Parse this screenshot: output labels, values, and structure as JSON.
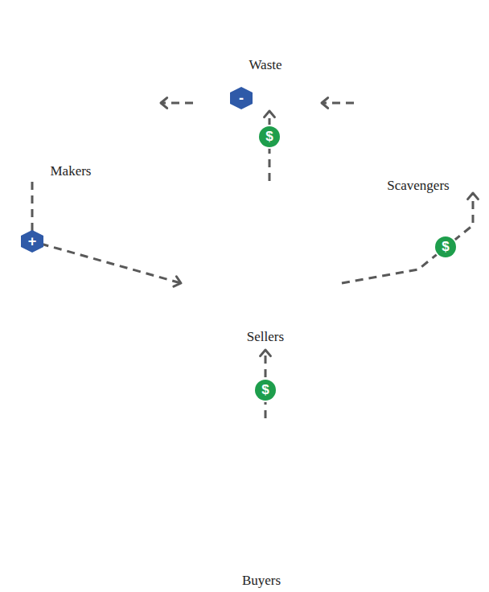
{
  "diagram": {
    "nodes": [
      {
        "text": [
          "Waste"
        ]
      },
      {
        "text": [
          "Makers"
        ]
      },
      {
        "text": [
          "Scavengers"
        ]
      },
      {
        "text": [
          "Sellers"
        ]
      },
      {
        "text": [
          "Buyers"
        ]
      }
    ],
    "edges": [
      {
        "from": 2,
        "to": 0,
        "arrow": "to"
      },
      {
        "from": 0,
        "to": 1,
        "arrow": "to"
      },
      {
        "from": 3,
        "to": 0,
        "label": "$",
        "arrow": "to"
      },
      {
        "from": 1,
        "to": 3,
        "label": "+",
        "arrow": "to"
      },
      {
        "from": 3,
        "to": 2,
        "label": "$",
        "arrow": "to"
      },
      {
        "from": 4,
        "to": 3,
        "label": "$",
        "arrow": "to"
      }
    ],
    "labels": [
      "-"
    ]
  }
}
